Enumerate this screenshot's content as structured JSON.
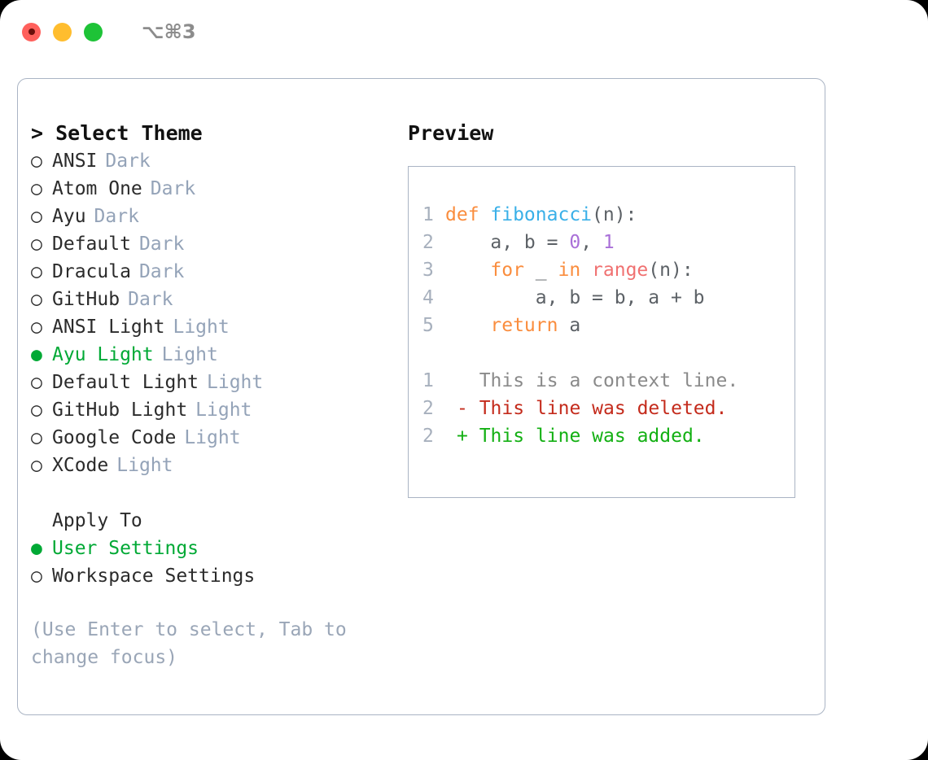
{
  "titlebar": {
    "shortcut": "⌥⌘3",
    "buttons": [
      {
        "name": "close",
        "color": "#ff605c"
      },
      {
        "name": "minimize",
        "color": "#ffbd2e"
      },
      {
        "name": "maximize",
        "color": "#1ec337"
      }
    ]
  },
  "theme_list": {
    "header": "> Select Theme",
    "items": [
      {
        "label": "ANSI",
        "badge": "Dark",
        "selected": false,
        "bullet": "○"
      },
      {
        "label": "Atom One",
        "badge": "Dark",
        "selected": false,
        "bullet": "○"
      },
      {
        "label": "Ayu",
        "badge": "Dark",
        "selected": false,
        "bullet": "○"
      },
      {
        "label": "Default",
        "badge": "Dark",
        "selected": false,
        "bullet": "○"
      },
      {
        "label": "Dracula",
        "badge": "Dark",
        "selected": false,
        "bullet": "○"
      },
      {
        "label": "GitHub",
        "badge": "Dark",
        "selected": false,
        "bullet": "○"
      },
      {
        "label": "ANSI Light",
        "badge": "Light",
        "selected": false,
        "bullet": "○"
      },
      {
        "label": "Ayu Light",
        "badge": "Light",
        "selected": true,
        "bullet": "●"
      },
      {
        "label": "Default Light",
        "badge": "Light",
        "selected": false,
        "bullet": "○"
      },
      {
        "label": "GitHub Light",
        "badge": "Light",
        "selected": false,
        "bullet": "○"
      },
      {
        "label": "Google Code",
        "badge": "Light",
        "selected": false,
        "bullet": "○"
      },
      {
        "label": "XCode",
        "badge": "Light",
        "selected": false,
        "bullet": "○"
      }
    ]
  },
  "apply_to": {
    "title": "Apply To",
    "items": [
      {
        "label": "User Settings",
        "selected": true,
        "bullet": "●"
      },
      {
        "label": "Workspace Settings",
        "selected": false,
        "bullet": "○"
      }
    ]
  },
  "hint": "(Use Enter to select, Tab to change focus)",
  "preview": {
    "header": "Preview",
    "code_lines": [
      {
        "number": "1",
        "tokens": [
          {
            "text": "def ",
            "type": "kw"
          },
          {
            "text": "fibonacci",
            "type": "fn"
          },
          {
            "text": "(n):",
            "type": "plain"
          }
        ]
      },
      {
        "number": "2",
        "tokens": [
          {
            "text": "    a, b = ",
            "type": "plain"
          },
          {
            "text": "0",
            "type": "num"
          },
          {
            "text": ", ",
            "type": "plain"
          },
          {
            "text": "1",
            "type": "num"
          }
        ]
      },
      {
        "number": "3",
        "tokens": [
          {
            "text": "    ",
            "type": "plain"
          },
          {
            "text": "for",
            "type": "kw"
          },
          {
            "text": " _ ",
            "type": "plain"
          },
          {
            "text": "in",
            "type": "kw"
          },
          {
            "text": " ",
            "type": "plain"
          },
          {
            "text": "range",
            "type": "call"
          },
          {
            "text": "(n):",
            "type": "plain"
          }
        ]
      },
      {
        "number": "4",
        "tokens": [
          {
            "text": "        a, b = b, a + b",
            "type": "plain"
          }
        ]
      },
      {
        "number": "5",
        "tokens": [
          {
            "text": "    ",
            "type": "plain"
          },
          {
            "text": "return",
            "type": "kw"
          },
          {
            "text": " a",
            "type": "plain"
          }
        ]
      }
    ],
    "diff_lines": [
      {
        "number": "1",
        "marker": " ",
        "text": " This is a context line.",
        "type": "ctx"
      },
      {
        "number": "2",
        "marker": "-",
        "text": " This line was deleted.",
        "type": "del"
      },
      {
        "number": "2",
        "marker": "+",
        "text": " This line was added.",
        "type": "add"
      }
    ]
  },
  "colors": {
    "accent_green": "#00a935",
    "muted": "#94a3b8",
    "border": "#aab4c4",
    "keyword": "#fa8d3e",
    "function": "#3ab0e8",
    "number": "#a970d8",
    "call": "#f07171",
    "diff_deleted": "#c42b1c",
    "diff_added": "#13b013"
  }
}
